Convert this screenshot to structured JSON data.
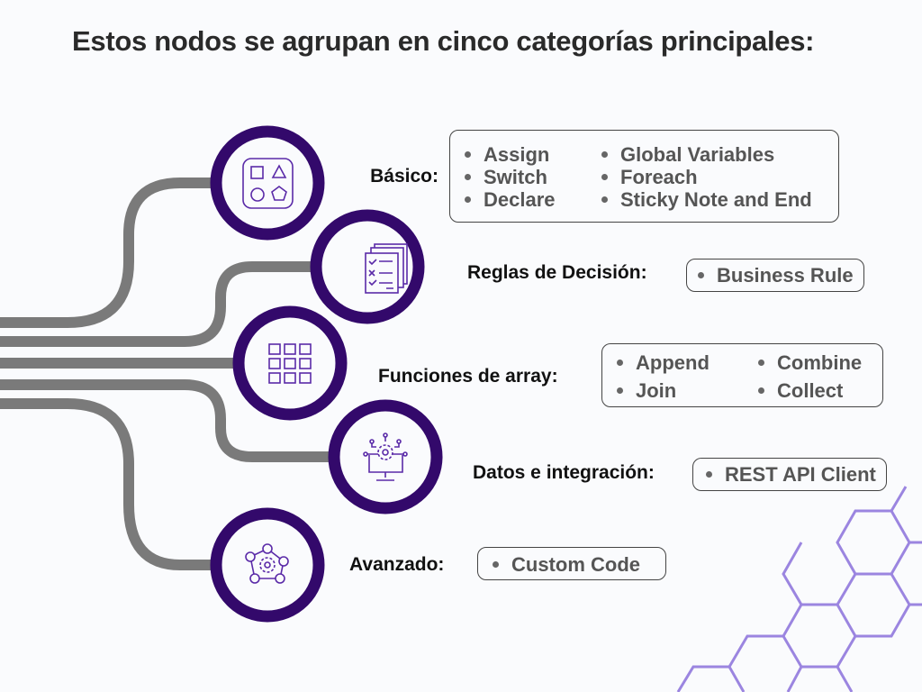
{
  "title": "Estos nodos se agrupan en cinco categorías principales:",
  "colors": {
    "ring": "#33096b",
    "icon": "#5a2aa8",
    "connector": "#7a7a7a",
    "hexagon": "#9b85e0"
  },
  "categories": [
    {
      "label": "Básico:",
      "icon": "shapes-icon",
      "items": [
        "Assign",
        "Switch",
        "Declare",
        "Global Variables",
        "Foreach",
        "Sticky Note and End"
      ]
    },
    {
      "label": "Reglas de Decisión:",
      "icon": "checklist-icon",
      "items": [
        "Business Rule"
      ]
    },
    {
      "label": "Funciones de array:",
      "icon": "grid-icon",
      "items": [
        "Append",
        "Join",
        "Combine",
        "Collect"
      ]
    },
    {
      "label": "Datos e integración:",
      "icon": "monitor-gear-icon",
      "items": [
        "REST API Client"
      ]
    },
    {
      "label": "Avanzado:",
      "icon": "gear-network-icon",
      "items": [
        "Custom Code"
      ]
    }
  ]
}
